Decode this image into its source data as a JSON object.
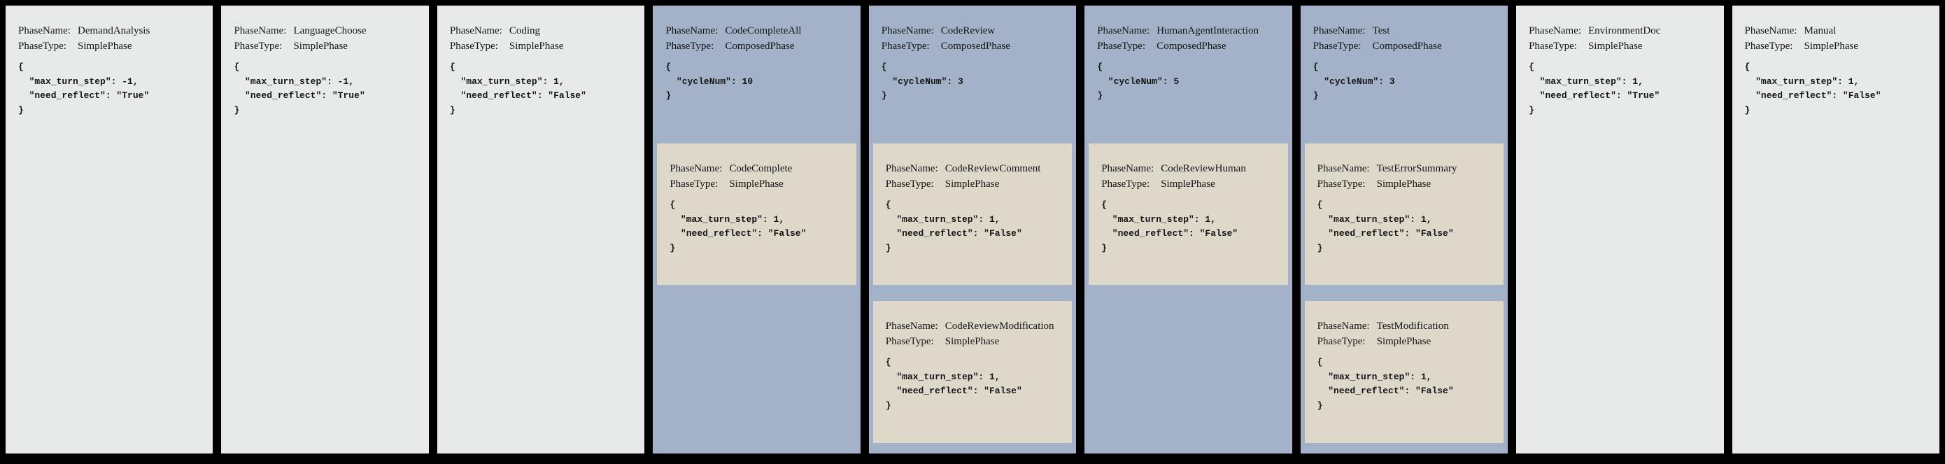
{
  "colors": {
    "page_bg": "#000000",
    "simple_phase_bg": "#e8eae9",
    "composed_phase_bg": "#a3b2c8",
    "nested_phase_bg": "#ded8cb",
    "text": "#151515"
  },
  "field_labels": {
    "name": "PhaseName:",
    "type": "PhaseType:"
  },
  "phases": [
    {
      "name": "DemandAnalysis",
      "type": "SimplePhase",
      "config": [
        "{",
        "  \"max_turn_step\": -1,",
        "  \"need_reflect\": \"True\"",
        "}"
      ],
      "children": []
    },
    {
      "name": "LanguageChoose",
      "type": "SimplePhase",
      "config": [
        "{",
        "  \"max_turn_step\": -1,",
        "  \"need_reflect\": \"True\"",
        "}"
      ],
      "children": []
    },
    {
      "name": "Coding",
      "type": "SimplePhase",
      "config": [
        "{",
        "  \"max_turn_step\": 1,",
        "  \"need_reflect\": \"False\"",
        "}"
      ],
      "children": []
    },
    {
      "name": "CodeCompleteAll",
      "type": "ComposedPhase",
      "config": [
        "{",
        "  \"cycleNum\": 10",
        "}"
      ],
      "children": [
        {
          "name": "CodeComplete",
          "type": "SimplePhase",
          "config": [
            "{",
            "  \"max_turn_step\": 1,",
            "  \"need_reflect\": \"False\"",
            "}"
          ]
        }
      ]
    },
    {
      "name": "CodeReview",
      "type": "ComposedPhase",
      "config": [
        "{",
        "  \"cycleNum\": 3",
        "}"
      ],
      "children": [
        {
          "name": "CodeReviewComment",
          "type": "SimplePhase",
          "config": [
            "{",
            "  \"max_turn_step\": 1,",
            "  \"need_reflect\": \"False\"",
            "}"
          ]
        },
        {
          "name": "CodeReviewModification",
          "type": "SimplePhase",
          "config": [
            "{",
            "  \"max_turn_step\": 1,",
            "  \"need_reflect\": \"False\"",
            "}"
          ]
        }
      ]
    },
    {
      "name": "HumanAgentInteraction",
      "type": "ComposedPhase",
      "config": [
        "{",
        "  \"cycleNum\": 5",
        "}"
      ],
      "children": [
        {
          "name": "CodeReviewHuman",
          "type": "SimplePhase",
          "config": [
            "{",
            "  \"max_turn_step\": 1,",
            "  \"need_reflect\": \"False\"",
            "}"
          ]
        }
      ]
    },
    {
      "name": "Test",
      "type": "ComposedPhase",
      "config": [
        "{",
        "  \"cycleNum\": 3",
        "}"
      ],
      "children": [
        {
          "name": "TestErrorSummary",
          "type": "SimplePhase",
          "config": [
            "{",
            "  \"max_turn_step\": 1,",
            "  \"need_reflect\": \"False\"",
            "}"
          ]
        },
        {
          "name": "TestModification",
          "type": "SimplePhase",
          "config": [
            "{",
            "  \"max_turn_step\": 1,",
            "  \"need_reflect\": \"False\"",
            "}"
          ]
        }
      ]
    },
    {
      "name": "EnvironmentDoc",
      "type": "SimplePhase",
      "config": [
        "{",
        "  \"max_turn_step\": 1,",
        "  \"need_reflect\": \"True\"",
        "}"
      ],
      "children": []
    },
    {
      "name": "Manual",
      "type": "SimplePhase",
      "config": [
        "{",
        "  \"max_turn_step\": 1,",
        "  \"need_reflect\": \"False\"",
        "}"
      ],
      "children": []
    }
  ]
}
